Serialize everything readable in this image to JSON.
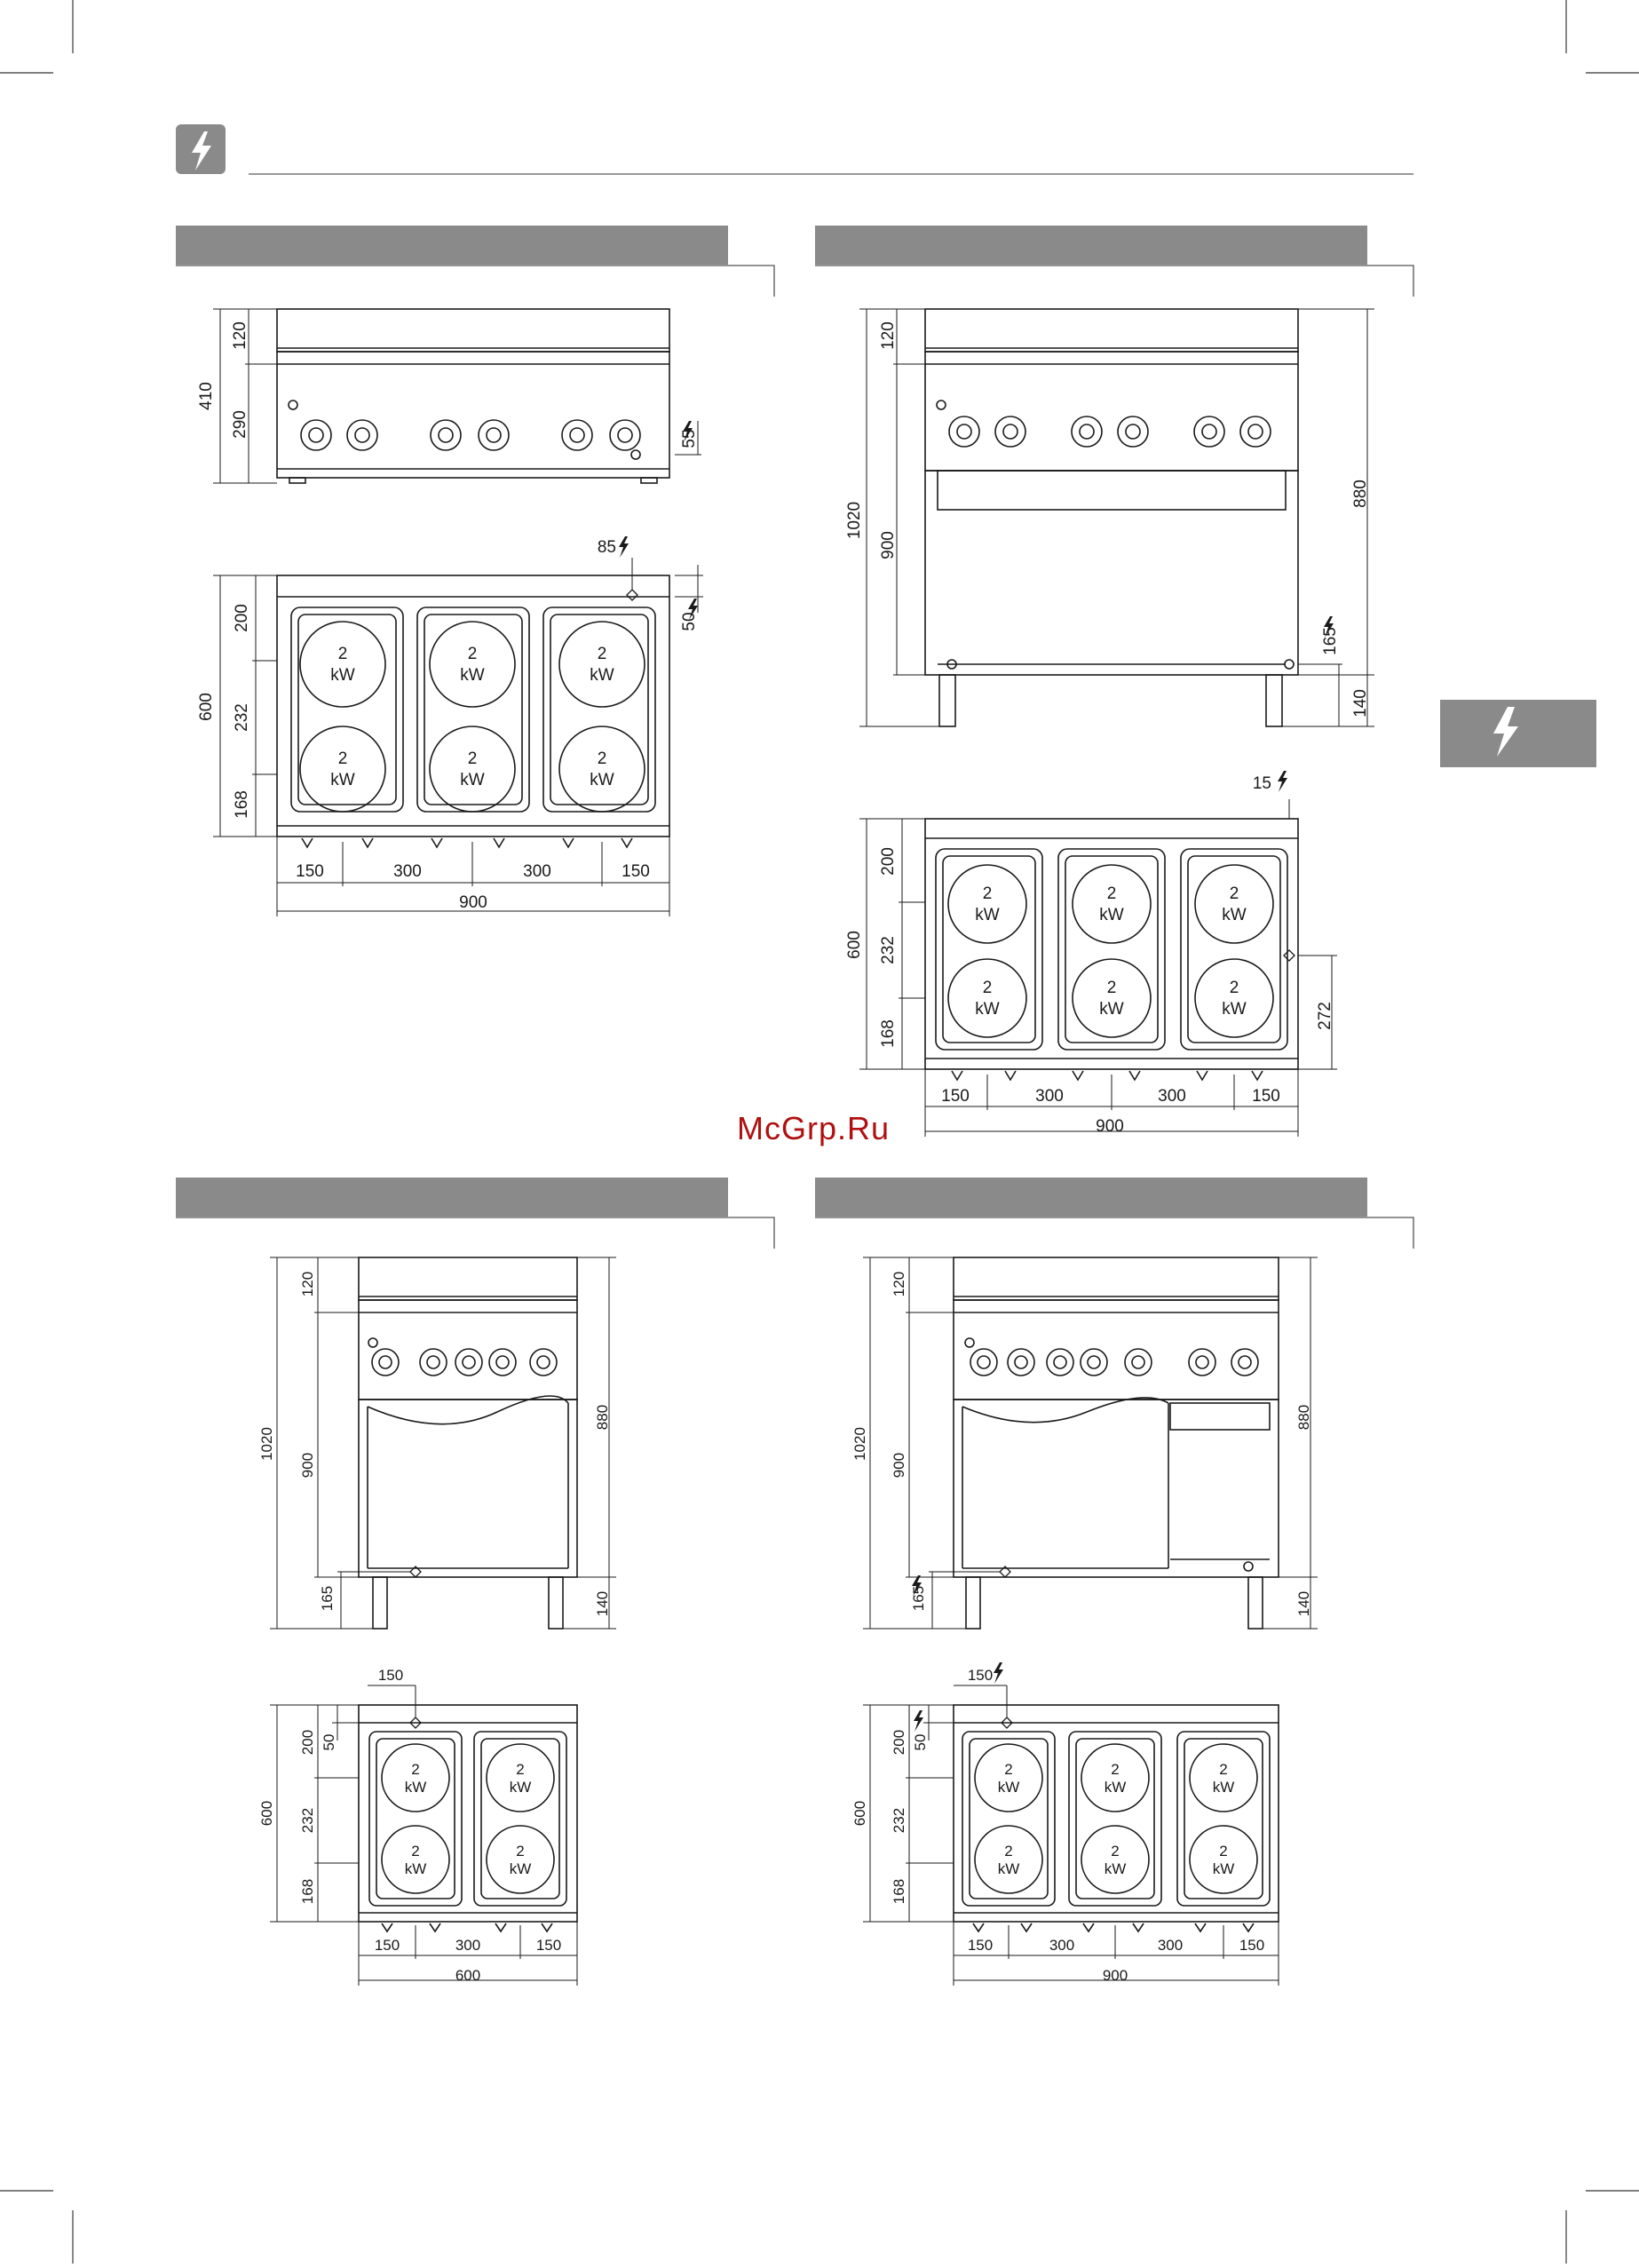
{
  "watermark": "McGrp.Ru",
  "side_tab": {
    "icon": "lightning-bolt-icon"
  },
  "header": {
    "icon": "lightning-bolt-icon"
  },
  "burner_label": {
    "top": "2",
    "bottom": "kW"
  },
  "panels": {
    "tl": {
      "front_dims": {
        "upper": "120",
        "lower": "290",
        "total": "410",
        "conn_height": "55"
      },
      "plan_dims": {
        "conn_offset": "85",
        "conn_depth": "50",
        "d1": "200",
        "d2": "232",
        "d3": "168",
        "depth": "600",
        "w1": "150",
        "w2": "300",
        "w3": "300",
        "w4": "150",
        "width": "900"
      }
    },
    "tr": {
      "front_dims": {
        "upper": "120",
        "body": "900",
        "total": "1020",
        "work": "880",
        "conn_height": "165",
        "legs": "140"
      },
      "plan_dims": {
        "conn_offset": "15",
        "conn_side": "272",
        "d1": "200",
        "d2": "232",
        "d3": "168",
        "depth": "600",
        "w1": "150",
        "w2": "300",
        "w3": "300",
        "w4": "150",
        "width": "900"
      }
    },
    "bl": {
      "front_dims": {
        "upper": "120",
        "body": "900",
        "total": "1020",
        "work": "880",
        "conn_height": "165",
        "legs": "140"
      },
      "plan_dims": {
        "conn_offset": "150",
        "conn_depth": "50",
        "d1": "200",
        "d2": "232",
        "d3": "168",
        "depth": "600",
        "w1": "150",
        "w2": "300",
        "w3": "150",
        "width": "600"
      }
    },
    "br": {
      "front_dims": {
        "upper": "120",
        "body": "900",
        "total": "1020",
        "work": "880",
        "conn_height": "165",
        "legs": "140"
      },
      "plan_dims": {
        "conn_offset": "150",
        "conn_depth": "50",
        "d1": "200",
        "d2": "232",
        "d3": "168",
        "depth": "600",
        "w1": "150",
        "w2": "300",
        "w3": "300",
        "w4": "150",
        "width": "900"
      }
    }
  }
}
